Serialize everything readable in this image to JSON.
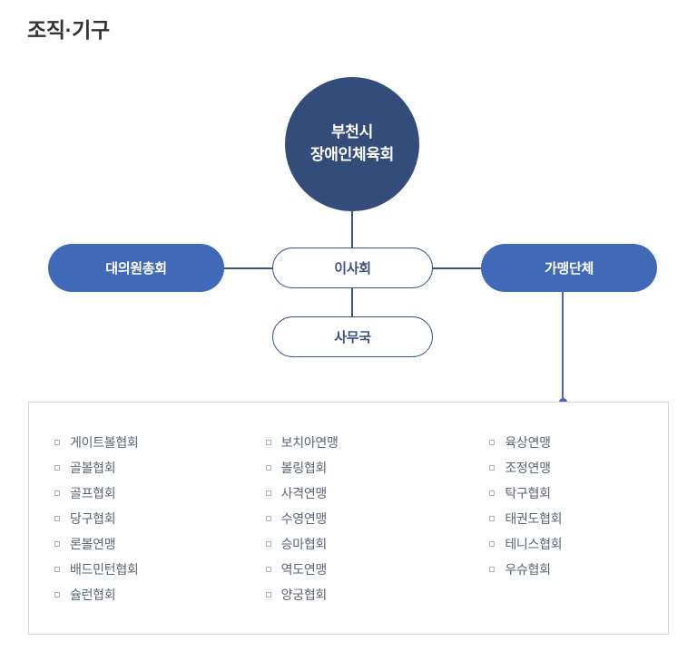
{
  "page": {
    "title": "조직·기구"
  },
  "colors": {
    "circle_fill": "#334C7A",
    "pill_fill": "#4069B8",
    "outline_stroke": "#3C5384",
    "connector_blue": "#4069B8",
    "box_border": "#D8D8D8",
    "list_text": "#5A6475",
    "title_text": "#333333"
  },
  "chart_data": {
    "type": "diagram",
    "title": "조직·기구",
    "nodes": [
      {
        "id": "root",
        "label": "부천시\n장애인체육회",
        "shape": "circle",
        "style": "filled-navy",
        "level": 0
      },
      {
        "id": "council",
        "label": "대의원총회",
        "shape": "pill",
        "style": "filled-blue",
        "level": 1
      },
      {
        "id": "board",
        "label": "이사회",
        "shape": "pill",
        "style": "outline",
        "level": 1
      },
      {
        "id": "affiliates",
        "label": "가맹단체",
        "shape": "pill",
        "style": "filled-blue",
        "level": 1
      },
      {
        "id": "secretariat",
        "label": "사무국",
        "shape": "pill",
        "style": "outline",
        "level": 2
      }
    ],
    "edges": [
      {
        "from": "root",
        "to": "board",
        "orientation": "vertical"
      },
      {
        "from": "council",
        "to": "board",
        "orientation": "horizontal"
      },
      {
        "from": "board",
        "to": "affiliates",
        "orientation": "horizontal"
      },
      {
        "from": "board",
        "to": "secretariat",
        "orientation": "vertical"
      },
      {
        "from": "affiliates",
        "to": "affiliate-list",
        "orientation": "vertical",
        "color": "#4069B8"
      }
    ]
  },
  "nodes": {
    "root_line1": "부천시",
    "root_line2": "장애인체육회",
    "council": "대의원총회",
    "board": "이사회",
    "secretariat": "사무국",
    "affiliates": "가맹단체"
  },
  "affiliates": {
    "columns": [
      {
        "items": [
          "게이트볼협회",
          "골볼협회",
          "골프협회",
          "당구협회",
          "론볼연맹",
          "배드민턴협회",
          "슐런협회"
        ]
      },
      {
        "items": [
          "보치아연맹",
          "볼링협회",
          "사격연맹",
          "수영연맹",
          "승마협회",
          "역도연맹",
          "양궁협회"
        ]
      },
      {
        "items": [
          "육상연맹",
          "조정연맹",
          "탁구협회",
          "태권도협회",
          "테니스협회",
          "우슈협회"
        ]
      }
    ]
  }
}
